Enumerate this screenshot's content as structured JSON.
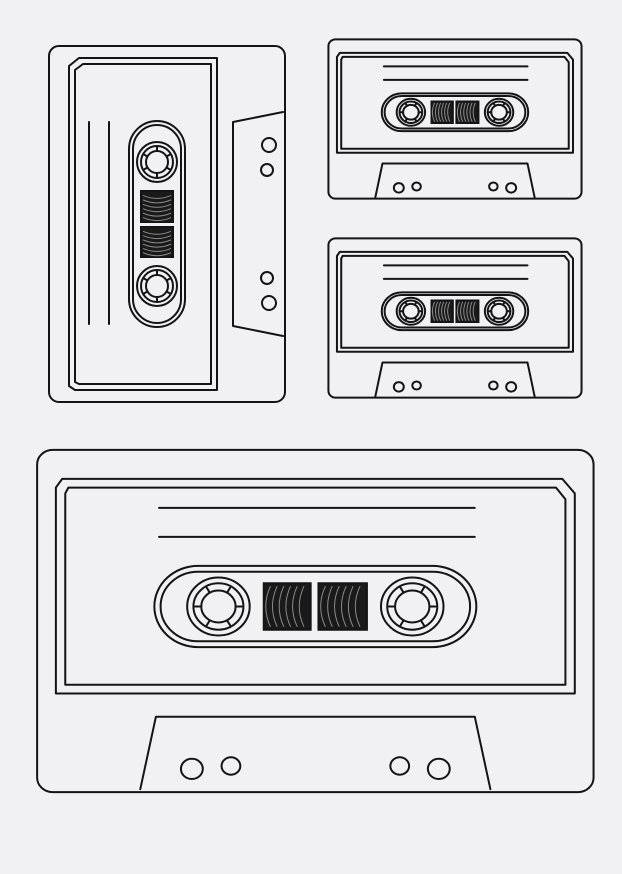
{
  "scene": {
    "subject": "cassette-tapes-line-drawing",
    "cassette_count": 4,
    "orientations": [
      "vertical",
      "horizontal",
      "horizontal",
      "horizontal"
    ]
  },
  "colors": {
    "background": "#f1f1f4",
    "line": "#141414",
    "tape_window": "#1a1a1a",
    "tape_highlight": "#8a8a8a"
  }
}
